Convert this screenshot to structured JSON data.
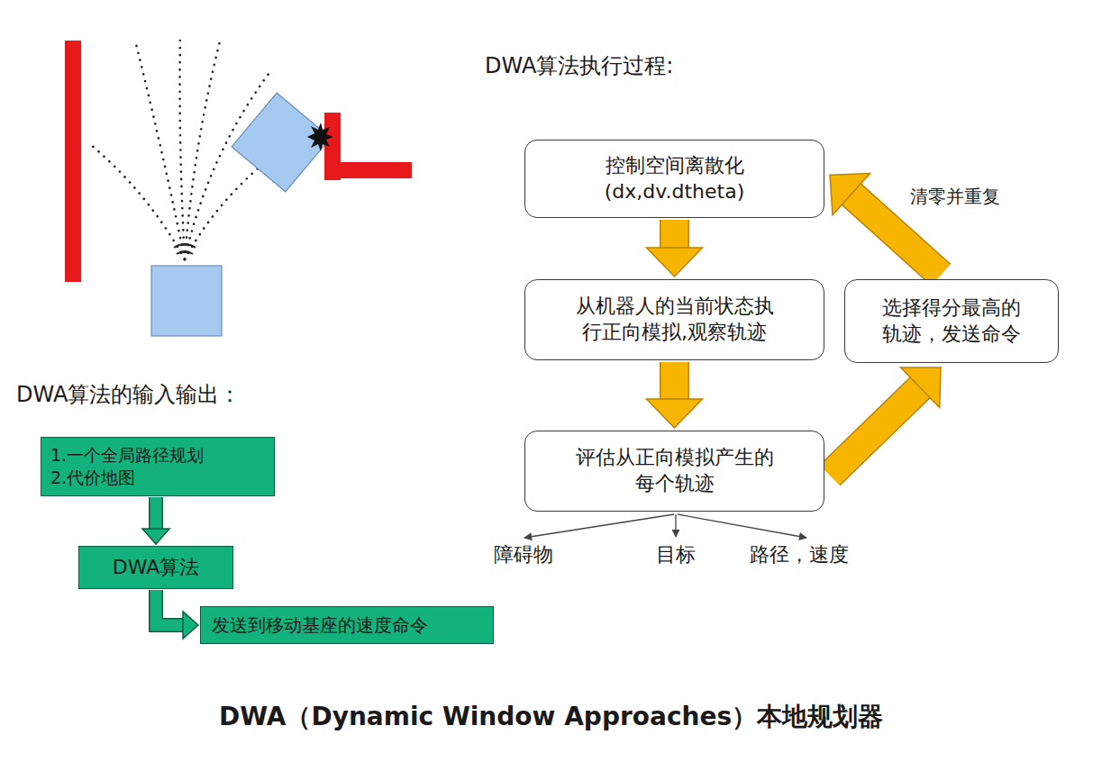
{
  "diagram": {
    "caption": "DWA（Dynamic Window Approaches）本地规划器",
    "nodes": [
      {
        "text": [
          "控制空间离散化 (dx,dv.dtheta)"
        ]
      },
      {
        "text": [
          "从机器人的当前状态执 行正向模拟,观察轨迹"
        ]
      },
      {
        "text": [
          "评估从正向模拟产生的 每个轨迹"
        ]
      },
      {
        "text": [
          "选择得分最高的 轨迹，发送命令"
        ]
      },
      {
        "text": [
          "1.一个全局路径规划",
          "2.代价地图"
        ]
      },
      {
        "text": [
          "DWA算法"
        ]
      },
      {
        "text": [
          "发送到移动基座的速度命令"
        ]
      }
    ],
    "edges": [
      {
        "from": 0,
        "to": 1,
        "arrow": "to"
      },
      {
        "from": 1,
        "to": 2,
        "arrow": "to"
      },
      {
        "from": 2,
        "to": 3,
        "arrow": "to"
      },
      {
        "from": 3,
        "to": 0,
        "arrow": "to",
        "label": "清零并重复"
      },
      {
        "from": 4,
        "to": 5,
        "arrow": "to"
      },
      {
        "from": 5,
        "to": 6,
        "arrow": "to"
      }
    ],
    "labels": [
      "DWA算法执行过程:",
      "DWA算法的输入输出：",
      "障碍物",
      "目标",
      "路径，速度"
    ]
  }
}
